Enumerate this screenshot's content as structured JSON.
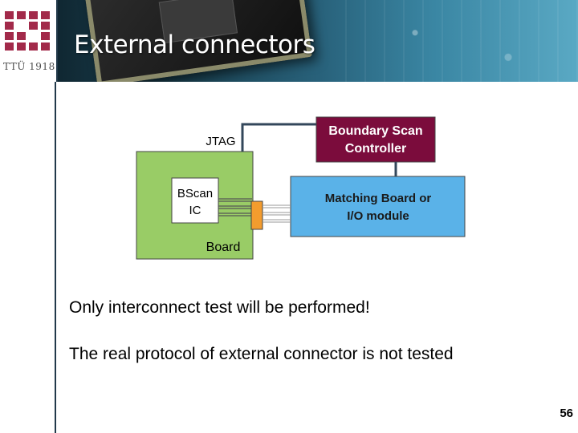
{
  "slide": {
    "title": "External connectors",
    "logo": {
      "text": "TTÜ 1918"
    },
    "page_number": "56"
  },
  "diagram": {
    "board": {
      "label": "Board"
    },
    "jtag": {
      "label": "JTAG"
    },
    "bscan_ic": {
      "label_line1": "BScan",
      "label_line2": "IC"
    },
    "boundary_scan_controller": {
      "label_line1": "Boundary Scan",
      "label_line2": "Controller",
      "fill": "#7b0c3c"
    },
    "matching_module": {
      "label_line1": "Matching Board or",
      "label_line2": "I/O module",
      "fill": "#5ab2e8"
    },
    "board_fill": "#99cc66",
    "connector_fill": "#f39c2e"
  },
  "body": {
    "paragraphs": [
      "Only interconnect test will be performed!",
      "The real protocol of external connector is not tested"
    ]
  }
}
